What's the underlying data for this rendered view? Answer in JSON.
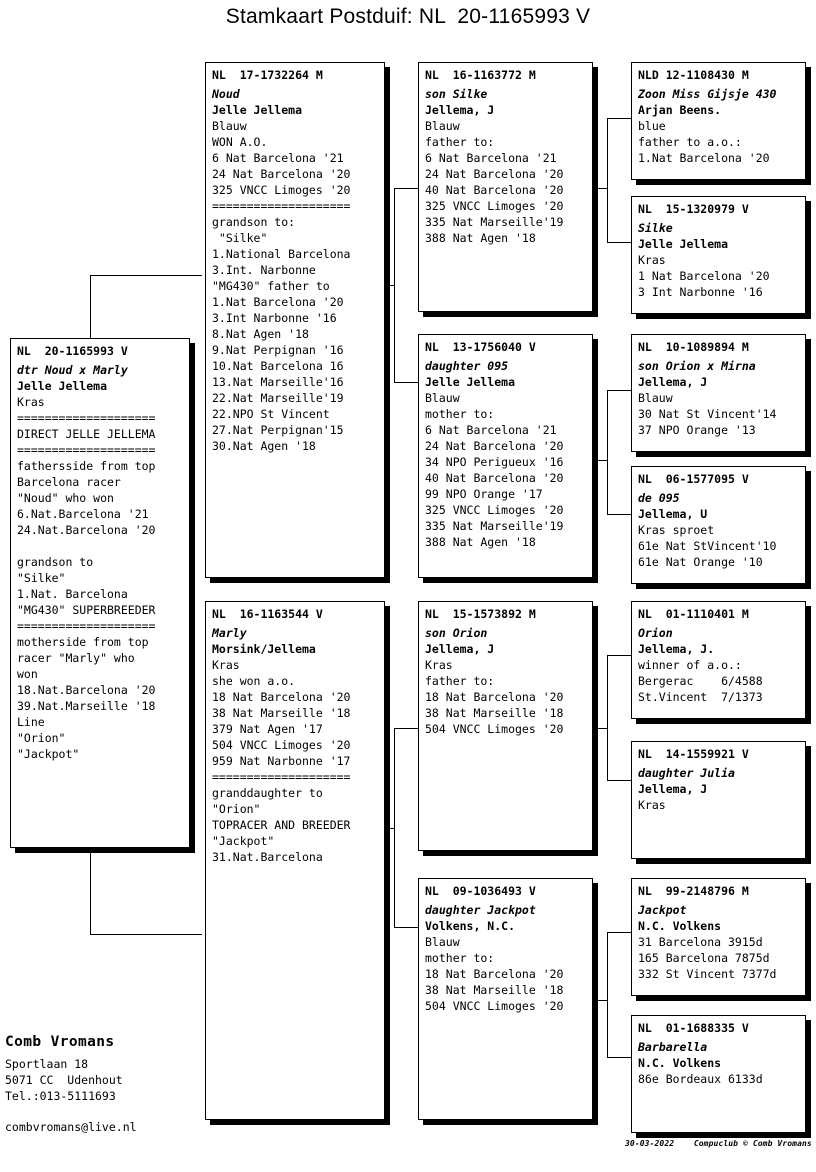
{
  "title": "Stamkaart Postduif: NL  20-1165993 V",
  "subject": {
    "ring": "NL  20-1165993 V",
    "nick": "dtr Noud x Marly",
    "owner": "Jelle Jellema",
    "lines": [
      "Kras",
      "====================",
      "DIRECT JELLE JELLEMA",
      "====================",
      "fathersside from top",
      "Barcelona racer",
      "\"Noud\" who won",
      "6.Nat.Barcelona '21",
      "24.Nat.Barcelona '20",
      "",
      "grandson to",
      "\"Silke\"",
      "1.Nat. Barcelona",
      "\"MG430\" SUPERBREEDER",
      "====================",
      "motherside from top",
      "racer \"Marly\" who",
      "won",
      "18.Nat.Barcelona '20",
      "39.Nat.Marseille '18",
      "Line",
      "\"Orion\"",
      "\"Jackpot\""
    ]
  },
  "gen2": [
    {
      "ring": "NL  17-1732264 M",
      "nick": "Noud",
      "owner": "Jelle Jellema",
      "lines": [
        "Blauw",
        "WON A.O.",
        "6 Nat Barcelona '21",
        "24 Nat Barcelona '20",
        "325 VNCC Limoges '20",
        "====================",
        "grandson to:",
        " \"Silke\"",
        "1.National Barcelona",
        "3.Int. Narbonne",
        "\"MG430\" father to",
        "1.Nat Barcelona '20",
        "3.Int Narbonne '16",
        "8.Nat Agen '18",
        "9.Nat Perpignan '16",
        "10.Nat Barcelona 16",
        "13.Nat Marseille'16",
        "22.Nat Marseille'19",
        "22.NPO St Vincent",
        "27.Nat Perpignan'15",
        "30.Nat Agen '18"
      ]
    },
    {
      "ring": "NL  16-1163544 V",
      "nick": "Marly",
      "owner": "Morsink/Jellema",
      "lines": [
        "Kras",
        "she won a.o.",
        "18 Nat Barcelona '20",
        "38 Nat Marseille '18",
        "379 Nat Agen '17",
        "504 VNCC Limoges '20",
        "959 Nat Narbonne '17",
        "====================",
        "granddaughter to",
        "\"Orion\"",
        "TOPRACER AND BREEDER",
        "\"Jackpot\"",
        "31.Nat.Barcelona"
      ]
    }
  ],
  "gen3": [
    {
      "ring": "NL  16-1163772 M",
      "nick": "son Silke",
      "owner": "Jellema, J",
      "lines": [
        "Blauw",
        "father to:",
        "6 Nat Barcelona '21",
        "24 Nat Barcelona '20",
        "40 Nat Barcelona '20",
        "325 VNCC Limoges '20",
        "335 Nat Marseille'19",
        "388 Nat Agen '18"
      ]
    },
    {
      "ring": "NL  13-1756040 V",
      "nick": "daughter 095",
      "owner": "Jelle Jellema",
      "lines": [
        "Blauw",
        "mother to:",
        "6 Nat Barcelona '21",
        "24 Nat Barcelona '20",
        "34 NPO Perigueux '16",
        "40 Nat Barcelona '20",
        "99 NPO Orange '17",
        "325 VNCC Limoges '20",
        "335 Nat Marseille'19",
        "388 Nat Agen '18"
      ]
    },
    {
      "ring": "NL  15-1573892 M",
      "nick": "son Orion",
      "owner": "Jellema, J",
      "lines": [
        "Kras",
        "father to:",
        "18 Nat Barcelona '20",
        "38 Nat Marseille '18",
        "504 VNCC Limoges '20"
      ]
    },
    {
      "ring": "NL  09-1036493 V",
      "nick": "daughter Jackpot",
      "owner": "Volkens, N.C.",
      "lines": [
        "Blauw",
        "mother to:",
        "18 Nat Barcelona '20",
        "38 Nat Marseille '18",
        "504 VNCC Limoges '20"
      ]
    }
  ],
  "gen4": [
    {
      "ring": "NLD 12-1108430 M",
      "nick": "Zoon Miss Gijsje 430",
      "owner": "Arjan Beens.",
      "lines": [
        "blue",
        "father to a.o.:",
        "1.Nat Barcelona '20"
      ]
    },
    {
      "ring": "NL  15-1320979 V",
      "nick": "Silke",
      "owner": "Jelle Jellema",
      "lines": [
        "Kras",
        "1 Nat Barcelona '20",
        "3 Int Narbonne '16"
      ]
    },
    {
      "ring": "NL  10-1089894 M",
      "nick": "son Orion x Mirna",
      "owner": "Jellema, J",
      "lines": [
        "Blauw",
        "30 Nat St Vincent'14",
        "37 NPO Orange '13"
      ]
    },
    {
      "ring": "NL  06-1577095 V",
      "nick": "de 095",
      "owner": "Jellema, U",
      "lines": [
        "Kras sproet",
        "61e Nat StVincent'10",
        "61e Nat Orange '10"
      ]
    },
    {
      "ring": "NL  01-1110401 M",
      "nick": "Orion",
      "owner": "Jellema, J.",
      "lines": [
        "winner of a.o.:",
        "Bergerac    6/4588",
        "St.Vincent  7/1373"
      ]
    },
    {
      "ring": "NL  14-1559921 V",
      "nick": "daughter Julia",
      "owner": "Jellema, J",
      "lines": [
        "Kras"
      ]
    },
    {
      "ring": "NL  99-2148796 M",
      "nick": "Jackpot",
      "owner": "N.C. Volkens",
      "lines": [
        "31 Barcelona 3915d",
        "165 Barcelona 7875d",
        "332 St Vincent 7377d"
      ]
    },
    {
      "ring": "NL  01-1688335 V",
      "nick": "Barbarella",
      "owner": "N.C. Volkens",
      "lines": [
        "86e Bordeaux 6133d"
      ]
    }
  ],
  "address": {
    "name": "Comb Vromans",
    "street": "Sportlaan 18",
    "city": "5071 CC  Udenhout",
    "phone": "Tel.:013-5111693",
    "email": "combvromans@live.nl"
  },
  "footer": {
    "copyright": "30-03-2022    Compuclub © Comb Vromans"
  }
}
